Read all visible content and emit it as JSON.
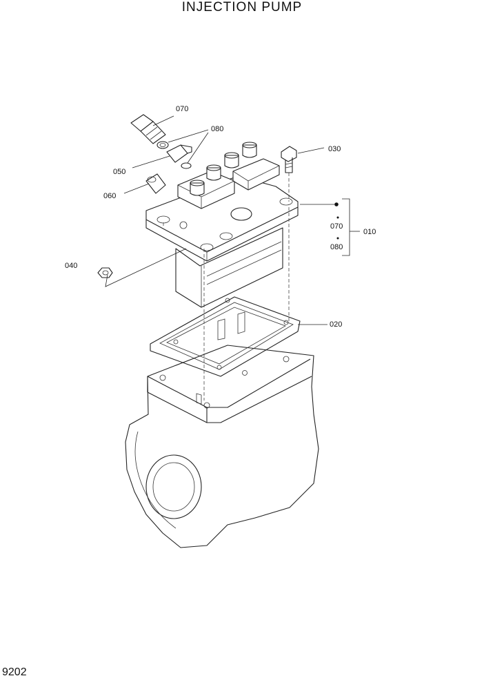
{
  "title": "INJECTION PUMP",
  "page_number": "9202",
  "callouts": {
    "c070": "070",
    "c080": "080",
    "c030": "030",
    "c050": "050",
    "c060": "060",
    "c040": "040",
    "c010": "010",
    "c020": "020",
    "sub070": "070",
    "sub080": "080"
  }
}
